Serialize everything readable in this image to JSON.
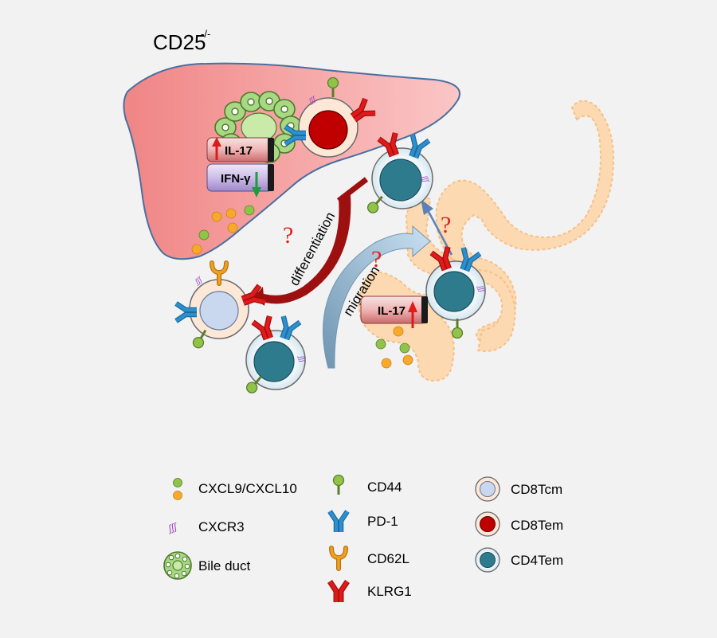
{
  "title": {
    "main": "CD25",
    "superscript": "-/-"
  },
  "cytokines": {
    "liver_il17": "IL-17",
    "liver_ifng": "IFN-γ",
    "intestine_il17": "IL-17"
  },
  "processes": {
    "differentiation": "differentiation",
    "migration": "migration"
  },
  "question_mark": "?",
  "cxcr3_glyph": "ʃʃʃ",
  "legend": {
    "chemokine": "CXCL9/CXCL10",
    "cxcr3": "CXCR3",
    "bile_duct": "Bile duct",
    "cd44": "CD44",
    "pd1": "PD-1",
    "cd62l": "CD62L",
    "klrg1": "KLRG1",
    "cd8tcm": "CD8Tcm",
    "cd8tem": "CD8Tem",
    "cd4tem": "CD4Tem"
  },
  "colors": {
    "liver": "#f5a7a7",
    "intestine": "#fcd9b1",
    "cd8tcm_core": "#c9d8ee",
    "cd8tem_core": "#c00000",
    "cd4tem_core": "#2e7b8e",
    "cd44": "#8fc34a",
    "pd1": "#2e8fcf",
    "cd62l": "#f0a020",
    "klrg1": "#e01a1a",
    "cxcr3": "#9b3fc0",
    "up_arrow": "#e01a1a",
    "down_arrow": "#1f9a3c",
    "differentiation_arrow": "#9e1010",
    "migration_arrow": "#8aaec8"
  },
  "icons": [
    "liver-shape",
    "intestine-shape",
    "bile-duct-icon",
    "cd44-icon",
    "pd1-icon",
    "cd62l-icon",
    "klrg1-icon",
    "cxcr3-icon",
    "chemokine-icon",
    "up-arrow-icon",
    "down-arrow-icon",
    "inhibition-bar-icon"
  ]
}
